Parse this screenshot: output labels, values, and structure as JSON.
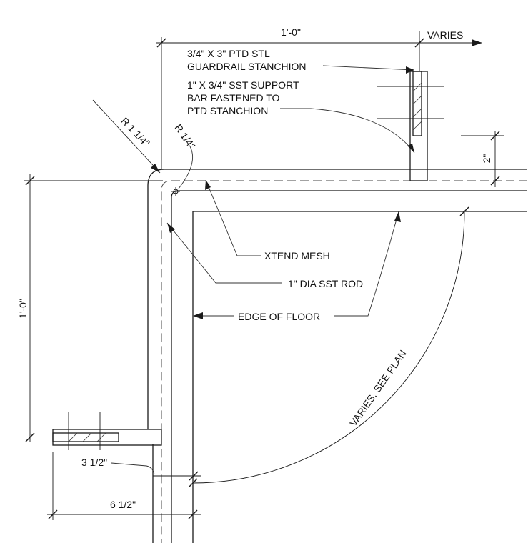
{
  "labels": {
    "dim_top": "1'-0\"",
    "varies": "VARIES",
    "stanchion_line1": "3/4\" X 3\" PTD STL",
    "stanchion_line2": "GUARDRAIL STANCHION",
    "bar_line1": "1\" X 3/4\" SST SUPPORT",
    "bar_line2": "BAR FASTENED TO",
    "bar_line3": "PTD STANCHION",
    "radius_outer": "R 1 1/4\"",
    "radius_inner": "R 1/4\"",
    "dim_right": "2\"",
    "mesh": "XTEND MESH",
    "rod": "1\" DIA SST ROD",
    "edge": "EDGE OF FLOOR",
    "dim_left": "1'-0\"",
    "varies_plan": "VARIES, SEE PLAN",
    "dim_3half": "3 1/2\"",
    "dim_6half": "6 1/2\""
  }
}
